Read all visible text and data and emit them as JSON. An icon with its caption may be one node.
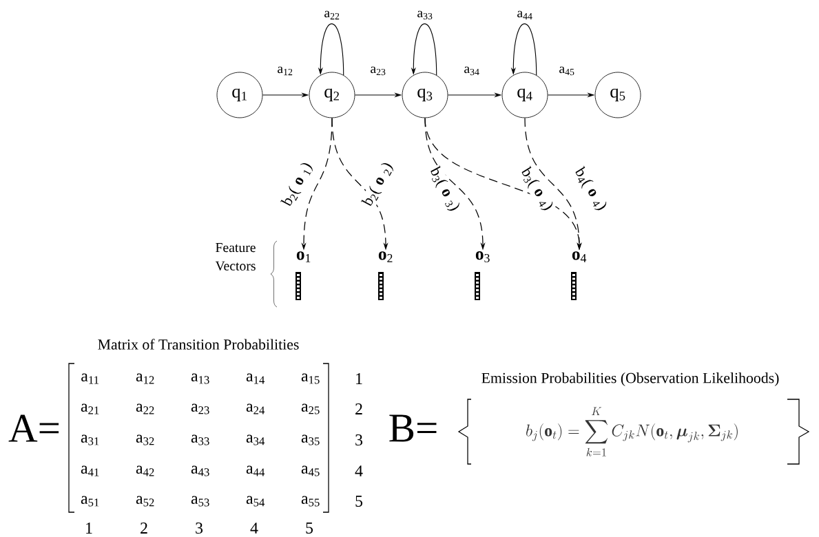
{
  "diagram": {
    "nodes": [
      {
        "text": [
          "q$_{1}$"
        ]
      },
      {
        "text": [
          "q$_{2}$"
        ]
      },
      {
        "text": [
          "q$_{3}$"
        ]
      },
      {
        "text": [
          "q$_{4}$"
        ]
      },
      {
        "text": [
          "q$_{5}$"
        ]
      },
      {
        "text": [
          "**o**$_{1}$"
        ]
      },
      {
        "text": [
          "**o**$_{2}$"
        ]
      },
      {
        "text": [
          "**o**$_{3}$"
        ]
      },
      {
        "text": [
          "**o**$_{4}$"
        ]
      }
    ],
    "edges": [
      {
        "from": 0,
        "to": 1,
        "arrow": "to",
        "label": "a$_{12}$"
      },
      {
        "from": 1,
        "to": 1,
        "arrow": "to",
        "label": "a$_{22}$"
      },
      {
        "from": 1,
        "to": 2,
        "arrow": "to",
        "label": "a$_{23}$"
      },
      {
        "from": 2,
        "to": 2,
        "arrow": "to",
        "label": "a$_{33}$"
      },
      {
        "from": 2,
        "to": 3,
        "arrow": "to",
        "label": "a$_{34}$"
      },
      {
        "from": 3,
        "to": 3,
        "arrow": "to",
        "label": "a$_{44}$"
      },
      {
        "from": 3,
        "to": 4,
        "arrow": "to",
        "label": "a$_{45}$"
      },
      {
        "from": 1,
        "to": 5,
        "arrow": "to",
        "style": "dashed",
        "label": "b$_{2}$(**o**$_{1}$)"
      },
      {
        "from": 1,
        "to": 6,
        "arrow": "to",
        "style": "dashed",
        "label": "b$_{2}$(**o**$_{2}$)"
      },
      {
        "from": 2,
        "to": 7,
        "arrow": "to",
        "style": "dashed",
        "label": "b$_{3}$(**o**$_{3}$)"
      },
      {
        "from": 2,
        "to": 8,
        "arrow": "to",
        "style": "dashed",
        "label": "b$_{3}$(**o**$_{4}$)"
      },
      {
        "from": 3,
        "to": 8,
        "arrow": "to",
        "style": "dashed",
        "label": "b$_{4}$(**o**$_{4}$)"
      }
    ],
    "labels": [
      "Feature Vectors",
      "Matrix of Transition Probabilities",
      "A=",
      "a$_{11}$",
      "a$_{12}$",
      "a$_{13}$",
      "a$_{14}$",
      "a$_{15}$",
      "1",
      "a$_{21}$",
      "a$_{22}$",
      "a$_{23}$",
      "a$_{24}$",
      "a$_{25}$",
      "2",
      "a$_{31}$",
      "a$_{32}$",
      "a$_{33}$",
      "a$_{34}$",
      "a$_{35}$",
      "3",
      "a$_{41}$",
      "a$_{42}$",
      "a$_{43}$",
      "a$_{44}$",
      "a$_{45}$",
      "4",
      "a$_{51}$",
      "a$_{52}$",
      "a$_{53}$",
      "a$_{54}$",
      "a$_{55}$",
      "5",
      "1",
      "2",
      "3",
      "4",
      "5",
      "Emission Probabilities (Observation Likelihoods)",
      "B=",
      "b_j(\\mathbf{o}_t) = \\sum_{k=1}^{K} C_{jk} N(\\mathbf{o}_t, \\boldsymbol{\\mu}_{jk}, \\boldsymbol{\\Sigma}_{jk})"
    ]
  }
}
